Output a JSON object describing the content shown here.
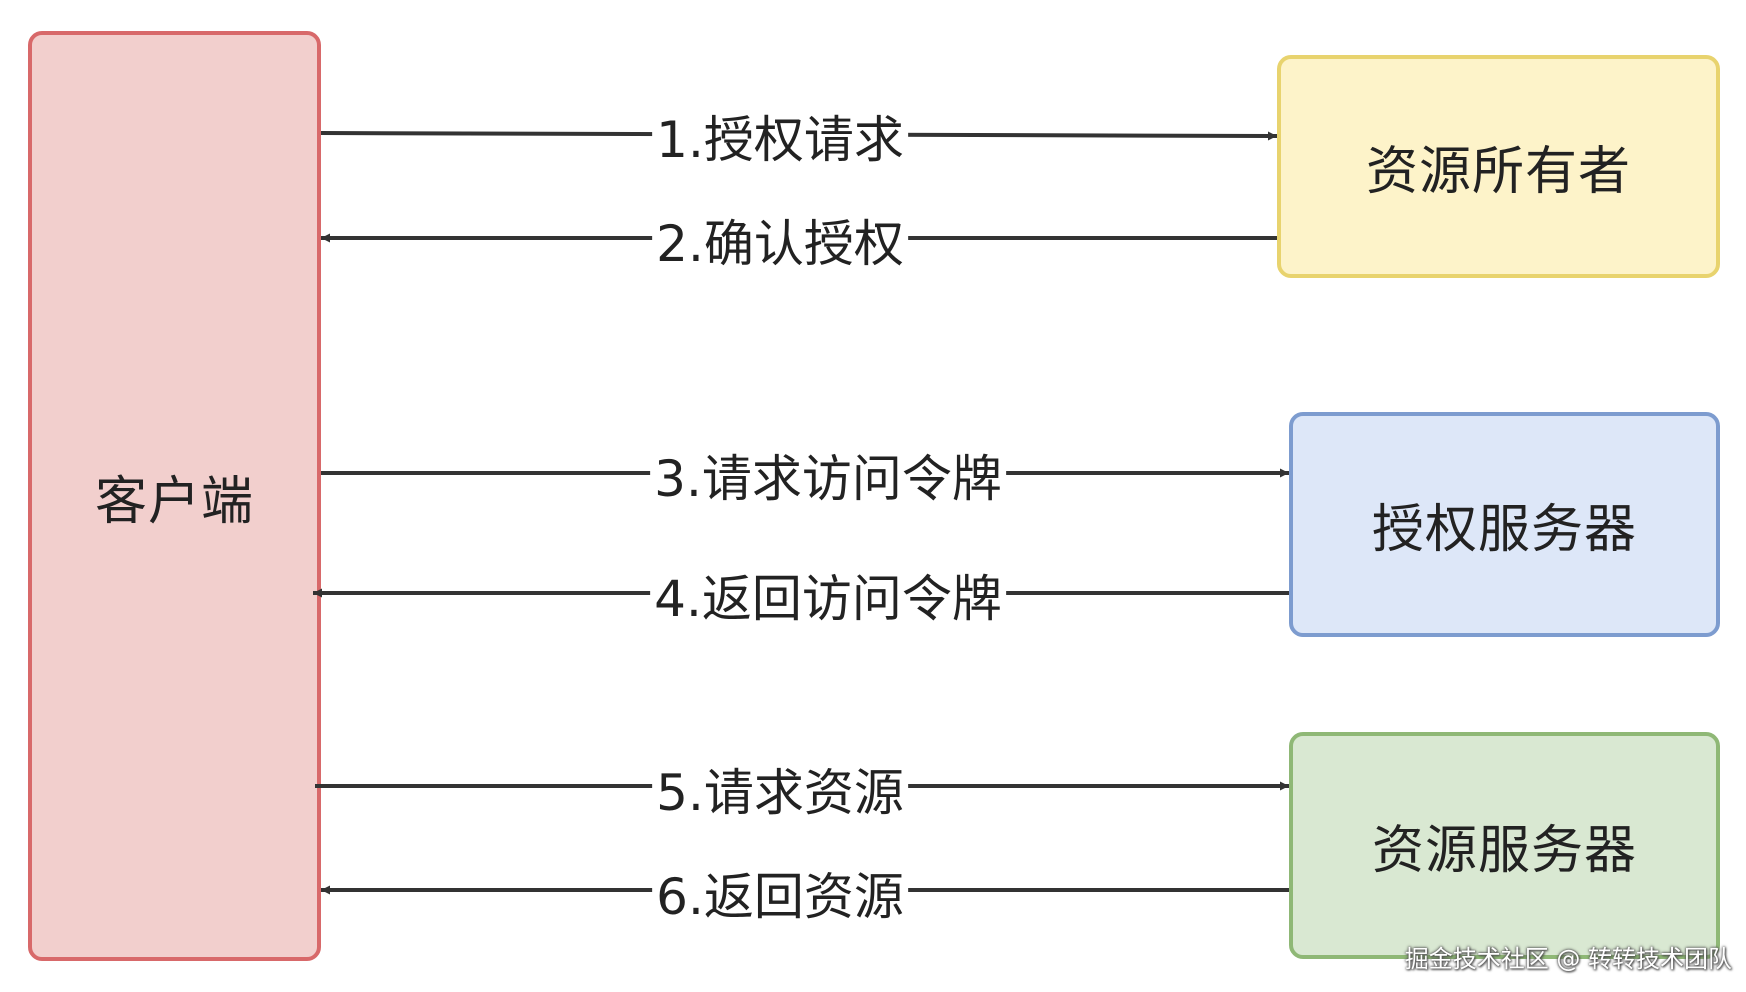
{
  "colors": {
    "client_fill": "#f2cfcd",
    "client_border": "#d8696a",
    "owner_fill": "#fdf3c9",
    "owner_border": "#e8d36e",
    "auth_fill": "#dde7f8",
    "auth_border": "#7d9ccf",
    "resource_fill": "#d9e8d2",
    "resource_border": "#8fb876",
    "arrow": "#333333"
  },
  "nodes": {
    "client": {
      "label": "客户端"
    },
    "owner": {
      "label": "资源所有者"
    },
    "auth_server": {
      "label": "授权服务器"
    },
    "resource_server": {
      "label": "资源服务器"
    }
  },
  "edges": [
    {
      "label": "1.授权请求",
      "from": "client",
      "to": "owner"
    },
    {
      "label": "2.确认授权",
      "from": "owner",
      "to": "client"
    },
    {
      "label": "3.请求访问令牌",
      "from": "client",
      "to": "auth_server"
    },
    {
      "label": "4.返回访问令牌",
      "from": "auth_server",
      "to": "client"
    },
    {
      "label": "5.请求资源",
      "from": "client",
      "to": "resource_server"
    },
    {
      "label": "6.返回资源",
      "from": "resource_server",
      "to": "client"
    }
  ],
  "watermark": "掘金技术社区 @ 转转技术团队"
}
